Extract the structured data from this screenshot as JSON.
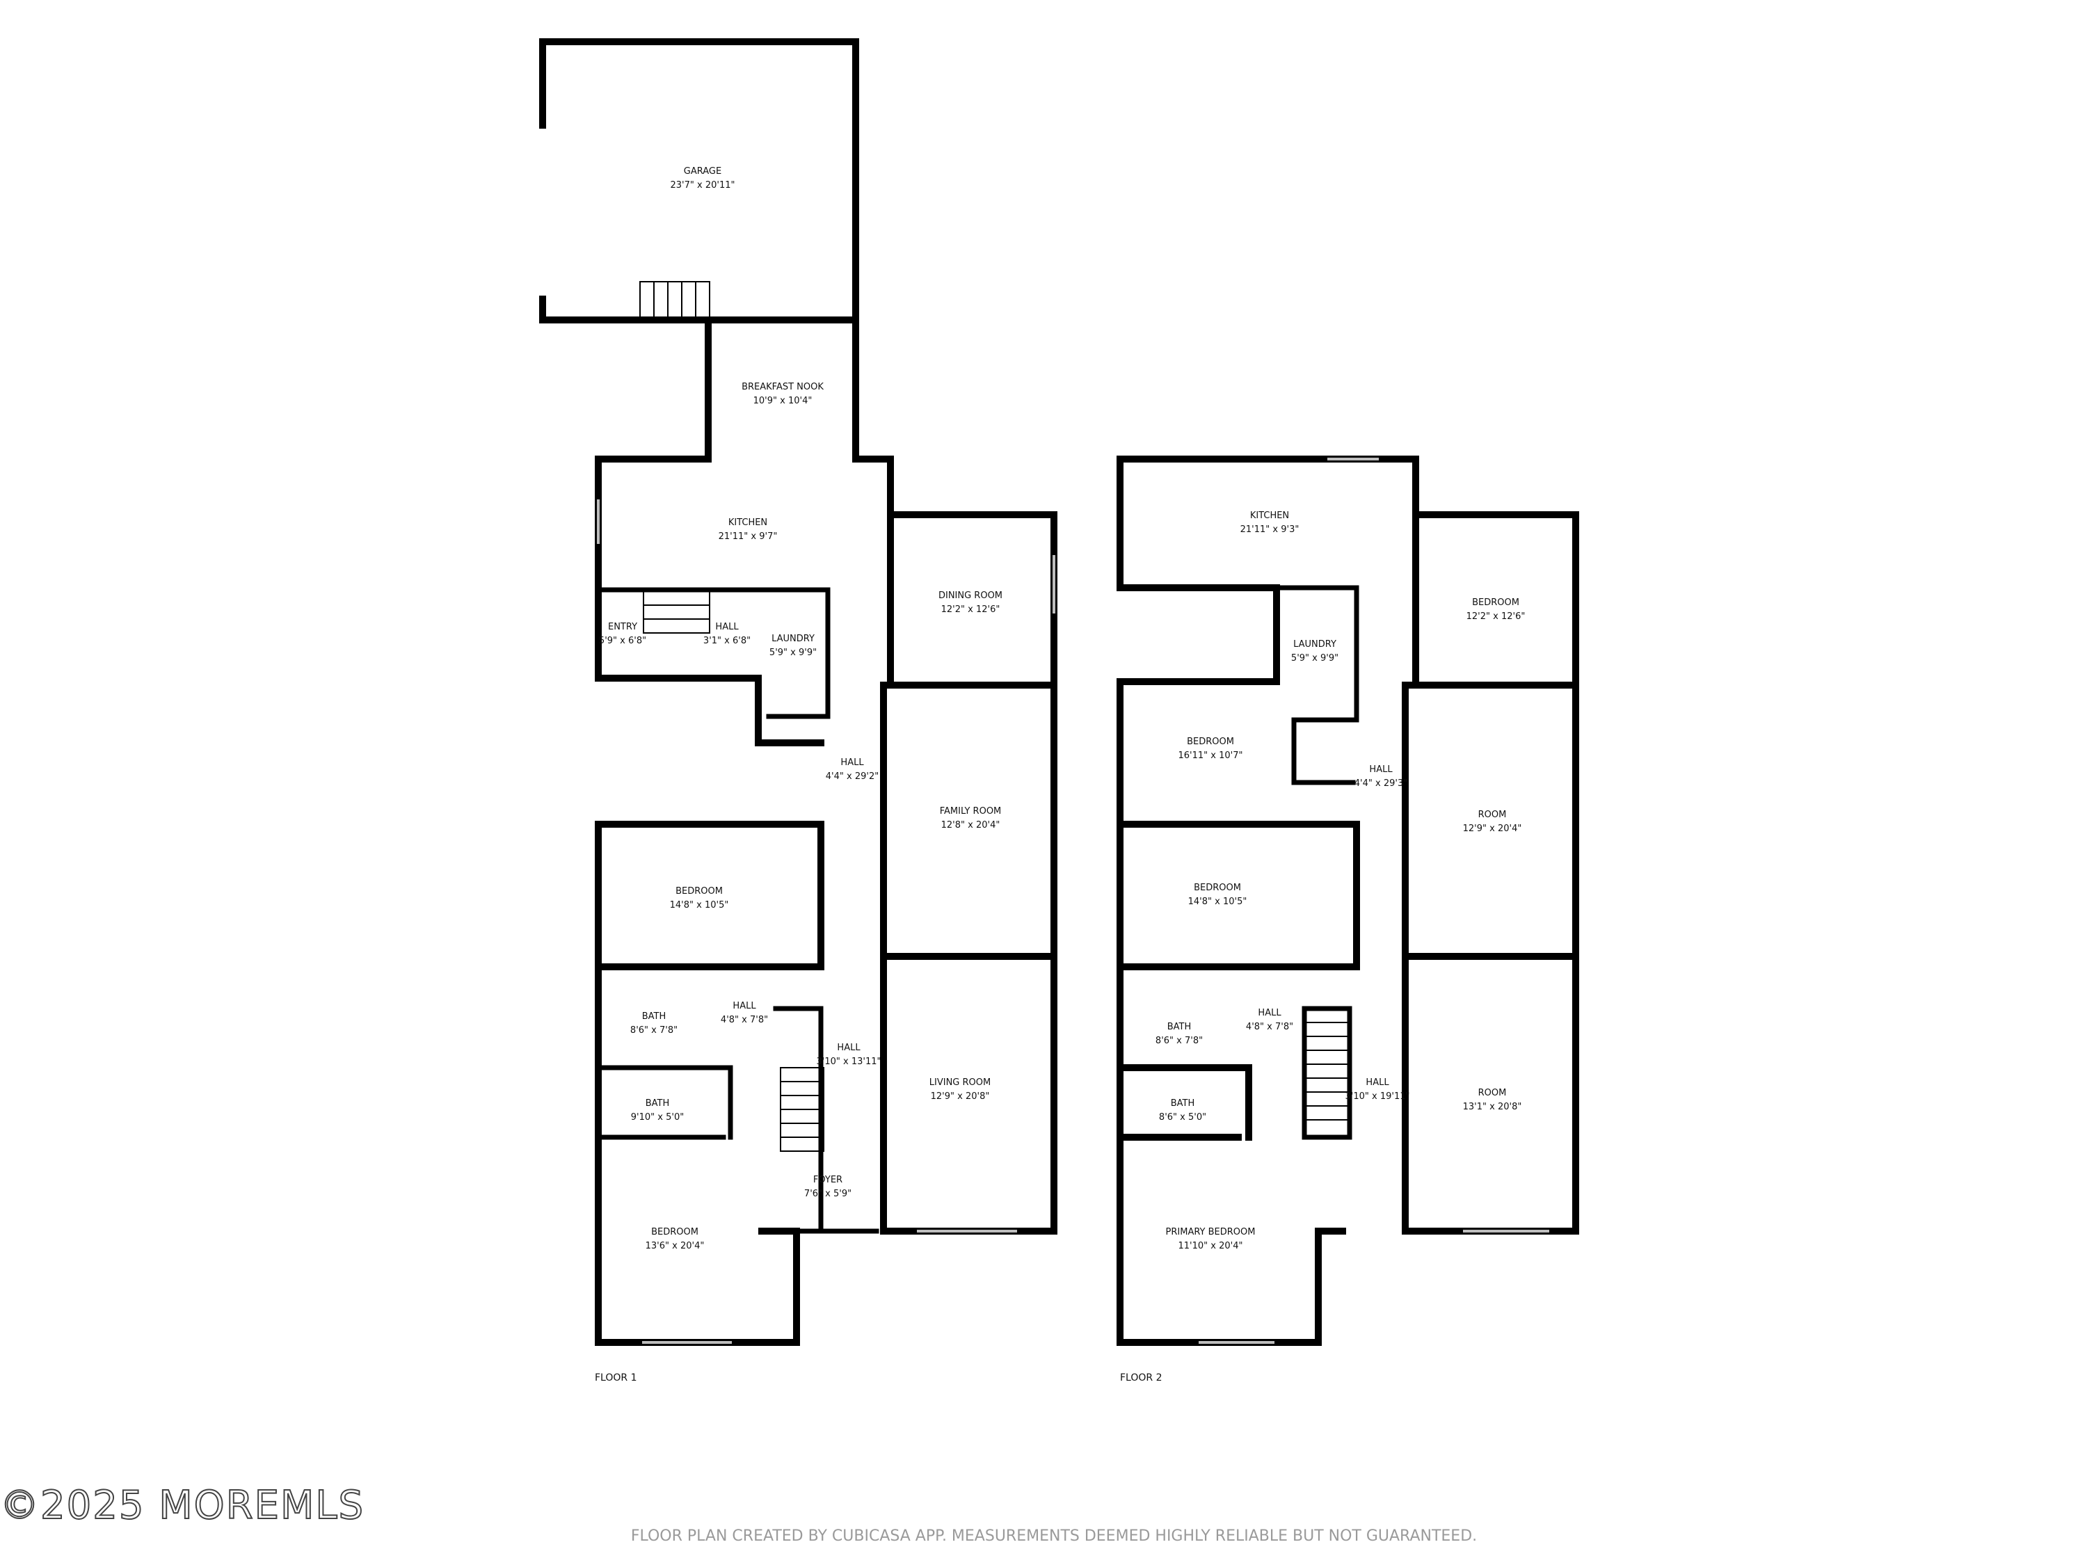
{
  "floors": [
    {
      "label": "FLOOR 1",
      "rooms": [
        {
          "name": "GARAGE",
          "dims": "23'7\" x 20'11\""
        },
        {
          "name": "BREAKFAST NOOK",
          "dims": "10'9\" x 10'4\""
        },
        {
          "name": "KITCHEN",
          "dims": "21'11\" x 9'7\""
        },
        {
          "name": "ENTRY",
          "dims": "5'9\" x 6'8\""
        },
        {
          "name": "HALL",
          "dims": "3'1\" x 6'8\""
        },
        {
          "name": "LAUNDRY",
          "dims": "5'9\" x 9'9\""
        },
        {
          "name": "DINING ROOM",
          "dims": "12'2\" x 12'6\""
        },
        {
          "name": "HALL",
          "dims": "4'4\" x 29'2\""
        },
        {
          "name": "FAMILY ROOM",
          "dims": "12'8\" x 20'4\""
        },
        {
          "name": "BEDROOM",
          "dims": "14'8\" x 10'5\""
        },
        {
          "name": "BATH",
          "dims": "8'6\" x 7'8\""
        },
        {
          "name": "HALL",
          "dims": "4'8\" x 7'8\""
        },
        {
          "name": "HALL",
          "dims": "3'10\" x 13'11\""
        },
        {
          "name": "LIVING ROOM",
          "dims": "12'9\" x 20'8\""
        },
        {
          "name": "BATH",
          "dims": "9'10\" x 5'0\""
        },
        {
          "name": "FOYER",
          "dims": "7'6\" x 5'9\""
        },
        {
          "name": "BEDROOM",
          "dims": "13'6\" x 20'4\""
        }
      ]
    },
    {
      "label": "FLOOR 2",
      "rooms": [
        {
          "name": "KITCHEN",
          "dims": "21'11\" x 9'3\""
        },
        {
          "name": "BEDROOM",
          "dims": "12'2\" x 12'6\""
        },
        {
          "name": "LAUNDRY",
          "dims": "5'9\" x 9'9\""
        },
        {
          "name": "BEDROOM",
          "dims": "16'11\" x 10'7\""
        },
        {
          "name": "HALL",
          "dims": "4'4\" x 29'3\""
        },
        {
          "name": "ROOM",
          "dims": "12'9\" x 20'4\""
        },
        {
          "name": "BEDROOM",
          "dims": "14'8\" x 10'5\""
        },
        {
          "name": "BATH",
          "dims": "8'6\" x 7'8\""
        },
        {
          "name": "HALL",
          "dims": "4'8\" x 7'8\""
        },
        {
          "name": "HALL",
          "dims": "3'10\" x 19'11\""
        },
        {
          "name": "BATH",
          "dims": "8'6\" x 5'0\""
        },
        {
          "name": "ROOM",
          "dims": "13'1\" x 20'8\""
        },
        {
          "name": "PRIMARY BEDROOM",
          "dims": "11'10\" x 20'4\""
        }
      ]
    }
  ],
  "watermark": "©2025 MOREMLS",
  "disclaimer": "FLOOR PLAN CREATED BY CUBICASA APP. MEASUREMENTS DEEMED HIGHLY RELIABLE BUT NOT GUARANTEED.",
  "colors": {
    "wall": "#000000",
    "window": "#bdbdbd",
    "text": "#111111",
    "disclaimer": "#9a9a9a"
  }
}
